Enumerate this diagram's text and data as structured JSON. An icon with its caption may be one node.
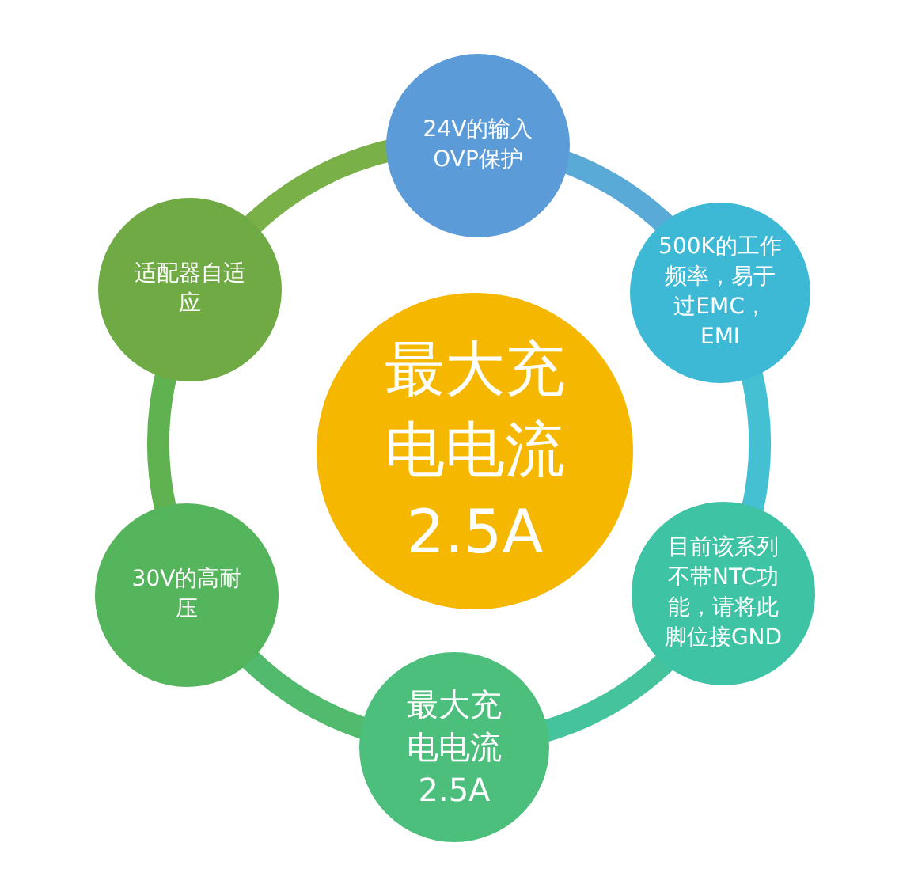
{
  "diagram": {
    "nodes": [
      {
        "text": [
          "最大充电电流2.5A"
        ]
      },
      {
        "text": [
          "24V的输入OVP保护"
        ]
      },
      {
        "text": [
          "500K的工作频率，易于过EMC，EMI"
        ]
      },
      {
        "text": [
          "目前该系列不带NTC功能，请将此脚位接GND"
        ]
      },
      {
        "text": [
          "最大充电电流2.5A"
        ]
      },
      {
        "text": [
          "30V的高耐压"
        ]
      },
      {
        "text": [
          "适配器自适应"
        ]
      }
    ],
    "edges": [
      {
        "from": 1,
        "to": 2,
        "arrow": "none",
        "color": "#5aaad8"
      },
      {
        "from": 2,
        "to": 3,
        "arrow": "none",
        "color": "#45bfd2"
      },
      {
        "from": 3,
        "to": 4,
        "arrow": "none",
        "color": "#45c39c"
      },
      {
        "from": 4,
        "to": 5,
        "arrow": "none",
        "color": "#52ba6c"
      },
      {
        "from": 5,
        "to": 6,
        "arrow": "none",
        "color": "#5fb24f"
      },
      {
        "from": 6,
        "to": 1,
        "arrow": "none",
        "color": "#7ab048"
      }
    ]
  }
}
